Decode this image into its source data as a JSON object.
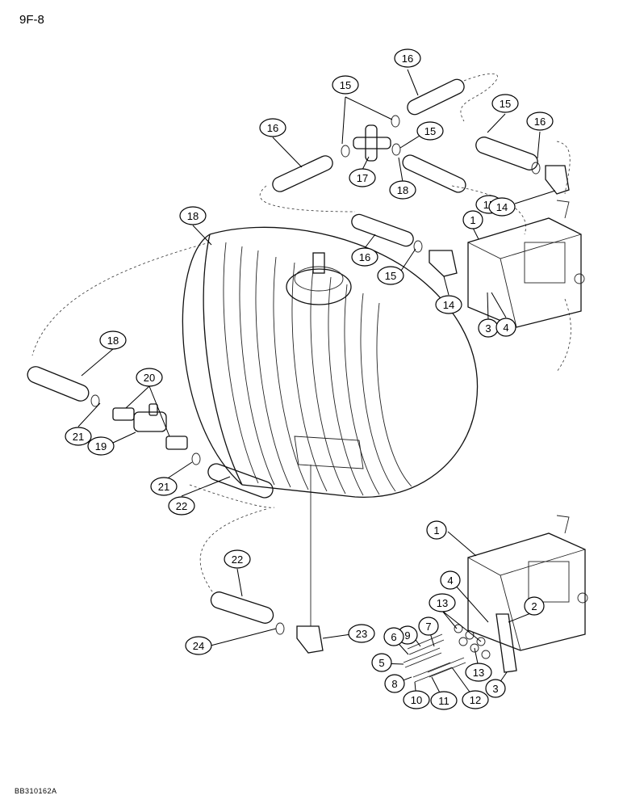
{
  "header": {
    "page_code": "9F-8"
  },
  "footer": {
    "drawing_code": "BB310162A"
  },
  "callouts": [
    "16",
    "15",
    "16",
    "15",
    "16",
    "15",
    "17",
    "18",
    "15",
    "14",
    "1",
    "18",
    "16",
    "15",
    "14",
    "3",
    "4",
    "18",
    "20",
    "21",
    "19",
    "21",
    "22",
    "1",
    "22",
    "4",
    "2",
    "13",
    "7",
    "9",
    "6",
    "5",
    "13",
    "3",
    "8",
    "10",
    "11",
    "12",
    "23",
    "24"
  ]
}
